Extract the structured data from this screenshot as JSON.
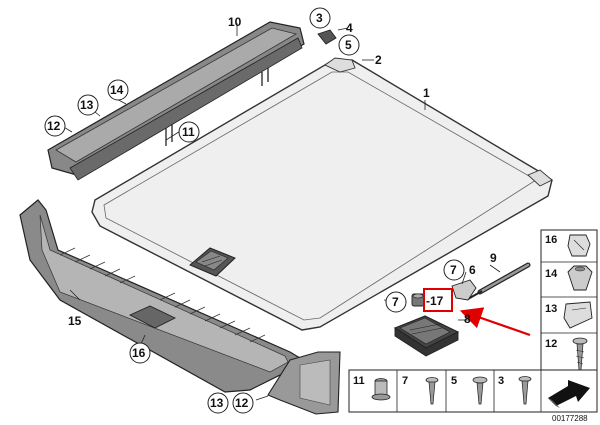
{
  "diagram": {
    "id_label": "00177288",
    "highlight_color": "#e00000",
    "arrow_color": "#e00000"
  },
  "callouts": {
    "c1": "1",
    "c2": "2",
    "c3": "3",
    "c4": "4",
    "c5": "5",
    "c6": "6",
    "c7a": "7",
    "c7b": "7",
    "c8": "8",
    "c9": "9",
    "c10": "10",
    "c11": "11",
    "c12a": "12",
    "c12b": "12",
    "c13a": "13",
    "c13b": "13",
    "c14": "14",
    "c15": "15",
    "c16": "16",
    "c17": "-17"
  },
  "legend_right": {
    "r16": "16",
    "r14": "14",
    "r13": "13",
    "r12": "12"
  },
  "legend_bottom": {
    "b11": "11",
    "b7": "7",
    "b5": "5",
    "b3": "3"
  }
}
